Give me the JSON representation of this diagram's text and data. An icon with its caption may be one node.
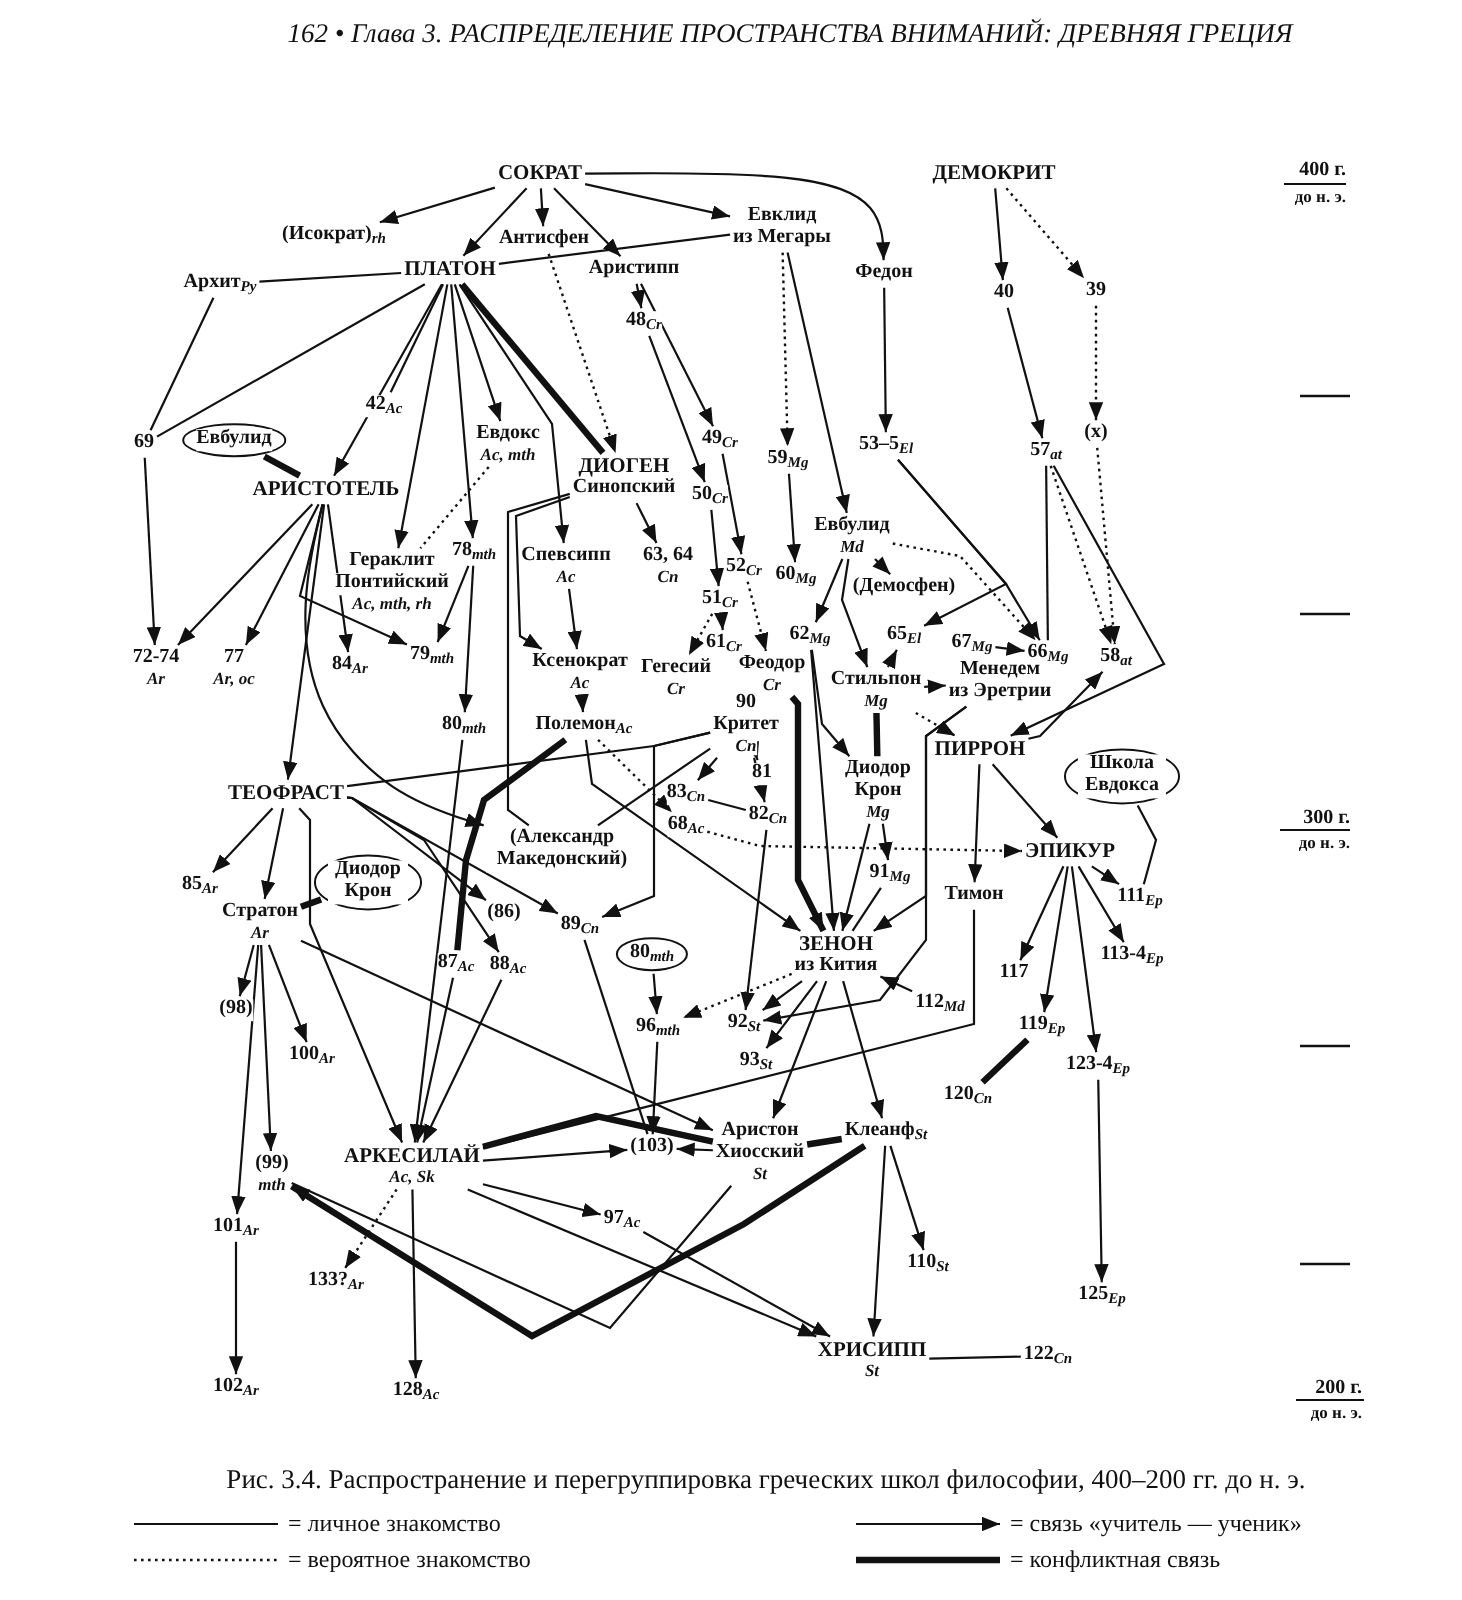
{
  "diagram": {
    "caption": "Рис. 3.4. Распространение и перегруппировка греческих школ философии, 400–200 гг. до н. э.",
    "nodes": [
      {
        "text": [
          "СОКРАТ"
        ]
      },
      {
        "text": [
          "ДЕМОКРИТ"
        ]
      },
      {
        "text": [
          "(Исократ)$_{rh}$"
        ]
      },
      {
        "text": [
          "Антисфен"
        ]
      },
      {
        "text": [
          "Евклид",
          "из Мегары"
        ]
      },
      {
        "text": [
          "Федон"
        ]
      },
      {
        "text": [
          "ПЛАТОН"
        ]
      },
      {
        "text": [
          "Аристипп"
        ]
      },
      {
        "text": [
          "Архит$_{Py}$"
        ]
      },
      {
        "text": [
          "40"
        ]
      },
      {
        "text": [
          "39"
        ]
      },
      {
        "text": [
          "48$_{Cr}$"
        ]
      },
      {
        "text": [
          "42$_{Ac}$"
        ]
      },
      {
        "text": [
          "(x)"
        ]
      },
      {
        "text": [
          "69"
        ]
      },
      {
        "text": [
          "Евбулид"
        ]
      },
      {
        "text": [
          "Евдокс",
          "Ac, mth"
        ]
      },
      {
        "text": [
          "49$_{Cr}$"
        ]
      },
      {
        "text": [
          "59$_{Mg}$"
        ]
      },
      {
        "text": [
          "53–5$_{El}$"
        ]
      },
      {
        "text": [
          "57$_{at}$"
        ]
      },
      {
        "text": [
          "ДИОГЕН",
          "Синопский"
        ]
      },
      {
        "text": [
          "АРИСТОТЕЛЬ"
        ]
      },
      {
        "text": [
          "50$_{Cr}$"
        ]
      },
      {
        "text": [
          "Евбулид",
          "Md"
        ]
      },
      {
        "text": [
          "78$_{mth}$"
        ]
      },
      {
        "text": [
          "Гераклит",
          "Понтийский",
          "Ac, mth, rh"
        ]
      },
      {
        "text": [
          "Спевсипп",
          "Ac"
        ]
      },
      {
        "text": [
          "63, 64",
          "Cn"
        ]
      },
      {
        "text": [
          "52$_{Cr}$"
        ]
      },
      {
        "text": [
          "60$_{Mg}$"
        ]
      },
      {
        "text": [
          "51$_{Cr}$"
        ]
      },
      {
        "text": [
          "(Демосфен)"
        ]
      },
      {
        "text": [
          "72-74",
          "Ar"
        ]
      },
      {
        "text": [
          "77",
          "Ar, oc"
        ]
      },
      {
        "text": [
          "84$_{Ar}$"
        ]
      },
      {
        "text": [
          "79$_{mth}$"
        ]
      },
      {
        "text": [
          "61$_{Cr}$"
        ]
      },
      {
        "text": [
          "62$_{Mg}$"
        ]
      },
      {
        "text": [
          "65$_{El}$"
        ]
      },
      {
        "text": [
          "67$_{Mg}$"
        ]
      },
      {
        "text": [
          "66$_{Mg}$"
        ]
      },
      {
        "text": [
          "58$_{at}$"
        ]
      },
      {
        "text": [
          "Ксенократ",
          "Ac"
        ]
      },
      {
        "text": [
          "80$_{mth}$"
        ]
      },
      {
        "text": [
          "Гегесий",
          "Cr"
        ]
      },
      {
        "text": [
          "Феодор",
          "Cr"
        ]
      },
      {
        "text": [
          "Стильпон",
          "Mg"
        ]
      },
      {
        "text": [
          "Менедем",
          "из Эретрии"
        ]
      },
      {
        "text": [
          "90",
          "Критет",
          "Cn"
        ]
      },
      {
        "text": [
          "Полемон$_{Ac}$"
        ]
      },
      {
        "text": [
          "ПИРРОН"
        ]
      },
      {
        "text": [
          "Школа Евдокса"
        ]
      },
      {
        "text": [
          "81"
        ]
      },
      {
        "text": [
          "ТЕОФРАСТ"
        ]
      },
      {
        "text": [
          "Диодор Крон",
          "Mg"
        ]
      },
      {
        "text": [
          "83$_{Cn}$"
        ]
      },
      {
        "text": [
          "(Александр Македонский)"
        ]
      },
      {
        "text": [
          "82$_{Cn}$"
        ]
      },
      {
        "text": [
          "68$_{Ac}$"
        ]
      },
      {
        "text": [
          "85$_{Ar}$"
        ]
      },
      {
        "text": [
          "ЭПИКУР"
        ]
      },
      {
        "text": [
          "Диодор Крон"
        ]
      },
      {
        "text": [
          "91$_{Mg}$"
        ]
      },
      {
        "text": [
          "Стратон",
          "Ar"
        ]
      },
      {
        "text": [
          "(86)"
        ]
      },
      {
        "text": [
          "89$_{Cn}$"
        ]
      },
      {
        "text": [
          "111$_{Ep}$"
        ]
      },
      {
        "text": [
          "Тимон"
        ]
      },
      {
        "text": [
          "ЗЕНОН",
          "из Кития"
        ]
      },
      {
        "text": [
          "80$_{mth}$"
        ]
      },
      {
        "text": [
          "87$_{Ac}$"
        ]
      },
      {
        "text": [
          "88$_{Ac}$"
        ]
      },
      {
        "text": [
          "113-4$_{Ep}$"
        ]
      },
      {
        "text": [
          "(98)"
        ]
      },
      {
        "text": [
          "112$_{Md}$"
        ]
      },
      {
        "text": [
          "117"
        ]
      },
      {
        "text": [
          "100$_{Ar}$"
        ]
      },
      {
        "text": [
          "96$_{mth}$"
        ]
      },
      {
        "text": [
          "92$_{St}$"
        ]
      },
      {
        "text": [
          "119$_{Ep}$"
        ]
      },
      {
        "text": [
          "93$_{St}$"
        ]
      },
      {
        "text": [
          "123-4$_{Ep}$"
        ]
      },
      {
        "text": [
          "120$_{Cn}$"
        ]
      },
      {
        "text": [
          "Аристон",
          "Хиосский",
          "St"
        ]
      },
      {
        "text": [
          "Клеанф$_{St}$"
        ]
      },
      {
        "text": [
          "(103)"
        ]
      },
      {
        "text": [
          "(99)",
          "mth"
        ]
      },
      {
        "text": [
          "АРКЕСИЛАЙ",
          "Ac, Sk"
        ]
      },
      {
        "text": [
          "97$_{Ac}$"
        ]
      },
      {
        "text": [
          "101$_{Ar}$"
        ]
      },
      {
        "text": [
          "110$_{St}$"
        ]
      },
      {
        "text": [
          "133?$_{Ar}$"
        ]
      },
      {
        "text": [
          "125$_{Ep}$"
        ]
      },
      {
        "text": [
          "ХРИСИПП",
          "St"
        ]
      },
      {
        "text": [
          "122$_{Cn}$"
        ]
      },
      {
        "text": [
          "102$_{Ar}$"
        ]
      },
      {
        "text": [
          "128$_{Ac}$"
        ]
      }
    ],
    "edges": [
      {
        "from": 0,
        "to": 2,
        "arrow": "to"
      },
      {
        "from": 0,
        "to": 6,
        "arrow": "to"
      },
      {
        "from": 0,
        "to": 3,
        "arrow": "to"
      },
      {
        "from": 0,
        "to": 7,
        "arrow": "to"
      },
      {
        "from": 0,
        "to": 4,
        "arrow": "to"
      },
      {
        "from": 0,
        "to": 5,
        "arrow": "to"
      },
      {
        "from": 6,
        "to": 4,
        "arrow": "none"
      },
      {
        "from": 8,
        "to": 6,
        "arrow": "none"
      },
      {
        "from": 8,
        "to": 14,
        "arrow": "none"
      },
      {
        "from": 6,
        "to": 14,
        "arrow": "none"
      },
      {
        "from": 14,
        "to": 33,
        "arrow": "to"
      },
      {
        "from": 6,
        "to": 22,
        "arrow": "to"
      },
      {
        "from": 6,
        "to": 12,
        "arrow": "none"
      },
      {
        "from": 6,
        "to": 16,
        "arrow": "to"
      },
      {
        "from": 16,
        "to": 26,
        "arrow": "none",
        "style": "dashed"
      },
      {
        "from": 6,
        "to": 26,
        "arrow": "to"
      },
      {
        "from": 6,
        "to": 25,
        "arrow": "to"
      },
      {
        "from": 6,
        "to": 27,
        "arrow": "to"
      },
      {
        "from": 6,
        "to": 21,
        "arrow": "none",
        "style": "thick"
      },
      {
        "from": 3,
        "to": 21,
        "arrow": "to",
        "style": "dashed"
      },
      {
        "from": 7,
        "to": 11,
        "arrow": "to"
      },
      {
        "from": 7,
        "to": 17,
        "arrow": "to"
      },
      {
        "from": 11,
        "to": 23,
        "arrow": "to"
      },
      {
        "from": 17,
        "to": 29,
        "arrow": "to"
      },
      {
        "from": 21,
        "to": 28,
        "arrow": "to"
      },
      {
        "from": 23,
        "to": 31,
        "arrow": "to"
      },
      {
        "from": 31,
        "to": 45,
        "arrow": "to",
        "style": "dashed"
      },
      {
        "from": 31,
        "to": 37,
        "arrow": "to"
      },
      {
        "from": 29,
        "to": 46,
        "arrow": "to",
        "style": "dashed"
      },
      {
        "from": 1,
        "to": 9,
        "arrow": "to"
      },
      {
        "from": 1,
        "to": 10,
        "arrow": "to",
        "style": "dashed"
      },
      {
        "from": 10,
        "to": 13,
        "arrow": "to",
        "style": "dashed"
      },
      {
        "from": 5,
        "to": 19,
        "arrow": "to"
      },
      {
        "from": 9,
        "to": 20,
        "arrow": "to"
      },
      {
        "from": 4,
        "to": 18,
        "arrow": "to",
        "style": "dashed"
      },
      {
        "from": 4,
        "to": 24,
        "arrow": "to"
      },
      {
        "from": 18,
        "to": 30,
        "arrow": "to"
      },
      {
        "from": 24,
        "to": 38,
        "arrow": "to"
      },
      {
        "from": 24,
        "to": 32,
        "arrow": "to"
      },
      {
        "from": 24,
        "to": 47,
        "arrow": "to"
      },
      {
        "from": 24,
        "to": 41,
        "arrow": "to",
        "style": "dashed"
      },
      {
        "from": 19,
        "to": 39,
        "arrow": "to"
      },
      {
        "from": 19,
        "to": 41,
        "arrow": "to"
      },
      {
        "from": 40,
        "to": 41,
        "arrow": "to"
      },
      {
        "from": 20,
        "to": 41,
        "arrow": "none"
      },
      {
        "from": 20,
        "to": 42,
        "arrow": "to",
        "style": "dashed"
      },
      {
        "from": 13,
        "to": 42,
        "arrow": "to",
        "style": "dashed"
      },
      {
        "from": 20,
        "to": 51,
        "arrow": "to"
      },
      {
        "from": 51,
        "to": 42,
        "arrow": "to"
      },
      {
        "from": 15,
        "to": 22,
        "arrow": "none",
        "style": "thick"
      },
      {
        "from": 22,
        "to": 33,
        "arrow": "to"
      },
      {
        "from": 22,
        "to": 34,
        "arrow": "to"
      },
      {
        "from": 22,
        "to": 35,
        "arrow": "to"
      },
      {
        "from": 22,
        "to": 36,
        "arrow": "to"
      },
      {
        "from": 22,
        "to": 54,
        "arrow": "to"
      },
      {
        "from": 22,
        "to": 57,
        "arrow": "to"
      },
      {
        "from": 25,
        "to": 36,
        "arrow": "to"
      },
      {
        "from": 25,
        "to": 44,
        "arrow": "to"
      },
      {
        "from": 27,
        "to": 43,
        "arrow": "to"
      },
      {
        "from": 21,
        "to": 43,
        "arrow": "to"
      },
      {
        "from": 21,
        "to": 57,
        "arrow": "none"
      },
      {
        "from": 43,
        "to": 50,
        "arrow": "to"
      },
      {
        "from": 50,
        "to": 59,
        "arrow": "to",
        "style": "dashed"
      },
      {
        "from": 59,
        "to": 61,
        "arrow": "to",
        "style": "dashed"
      },
      {
        "from": 50,
        "to": 69,
        "arrow": "to"
      },
      {
        "from": 50,
        "to": 71,
        "arrow": "none",
        "style": "thick"
      },
      {
        "from": 49,
        "to": 54,
        "arrow": "none"
      },
      {
        "from": 49,
        "to": 57,
        "arrow": "none"
      },
      {
        "from": 49,
        "to": 56,
        "arrow": "to"
      },
      {
        "from": 49,
        "to": 53,
        "arrow": "to"
      },
      {
        "from": 49,
        "to": 58,
        "arrow": "to"
      },
      {
        "from": 49,
        "to": 66,
        "arrow": "to"
      },
      {
        "from": 56,
        "to": 58,
        "arrow": "none"
      },
      {
        "from": 46,
        "to": 69,
        "arrow": "to",
        "style": "thick"
      },
      {
        "from": 38,
        "to": 69,
        "arrow": "to"
      },
      {
        "from": 38,
        "to": 55,
        "arrow": "to"
      },
      {
        "from": 55,
        "to": 69,
        "arrow": "to"
      },
      {
        "from": 47,
        "to": 55,
        "arrow": "none",
        "style": "thick"
      },
      {
        "from": 47,
        "to": 48,
        "arrow": "to"
      },
      {
        "from": 47,
        "to": 39,
        "arrow": "to"
      },
      {
        "from": 47,
        "to": 51,
        "arrow": "to",
        "style": "dashed"
      },
      {
        "from": 48,
        "to": 69,
        "arrow": "to"
      },
      {
        "from": 48,
        "to": 79,
        "arrow": "to"
      },
      {
        "from": 55,
        "to": 63,
        "arrow": "to"
      },
      {
        "from": 63,
        "to": 69,
        "arrow": "none"
      },
      {
        "from": 51,
        "to": 68,
        "arrow": "to"
      },
      {
        "from": 51,
        "to": 61,
        "arrow": "to"
      },
      {
        "from": 52,
        "to": 67,
        "arrow": "none"
      },
      {
        "from": 61,
        "to": 67,
        "arrow": "to"
      },
      {
        "from": 61,
        "to": 76,
        "arrow": "to"
      },
      {
        "from": 61,
        "to": 80,
        "arrow": "to"
      },
      {
        "from": 61,
        "to": 82,
        "arrow": "to"
      },
      {
        "from": 61,
        "to": 73,
        "arrow": "to"
      },
      {
        "from": 75,
        "to": 69,
        "arrow": "to"
      },
      {
        "from": 68,
        "to": 88,
        "arrow": "none"
      },
      {
        "from": 80,
        "to": 83,
        "arrow": "none",
        "style": "thick"
      },
      {
        "from": 82,
        "to": 93,
        "arrow": "to"
      },
      {
        "from": 70,
        "to": 78,
        "arrow": "to"
      },
      {
        "from": 69,
        "to": 78,
        "arrow": "to",
        "style": "dashed"
      },
      {
        "from": 69,
        "to": 79,
        "arrow": "to"
      },
      {
        "from": 69,
        "to": 81,
        "arrow": "to"
      },
      {
        "from": 58,
        "to": 79,
        "arrow": "to"
      },
      {
        "from": 69,
        "to": 85,
        "arrow": "to"
      },
      {
        "from": 69,
        "to": 84,
        "arrow": "to"
      },
      {
        "from": 54,
        "to": 60,
        "arrow": "to"
      },
      {
        "from": 54,
        "to": 64,
        "arrow": "to"
      },
      {
        "from": 54,
        "to": 65,
        "arrow": "to"
      },
      {
        "from": 54,
        "to": 72,
        "arrow": "to"
      },
      {
        "from": 54,
        "to": 66,
        "arrow": "to"
      },
      {
        "from": 54,
        "to": 88,
        "arrow": "to"
      },
      {
        "from": 62,
        "to": 64,
        "arrow": "none",
        "style": "thick"
      },
      {
        "from": 64,
        "to": 74,
        "arrow": "to"
      },
      {
        "from": 64,
        "to": 77,
        "arrow": "to"
      },
      {
        "from": 64,
        "to": 90,
        "arrow": "to"
      },
      {
        "from": 64,
        "to": 87,
        "arrow": "to"
      },
      {
        "from": 64,
        "to": 84,
        "arrow": "to"
      },
      {
        "from": 44,
        "to": 88,
        "arrow": "to"
      },
      {
        "from": 71,
        "to": 88,
        "arrow": "to"
      },
      {
        "from": 72,
        "to": 88,
        "arrow": "to"
      },
      {
        "from": 66,
        "to": 86,
        "arrow": "none"
      },
      {
        "from": 78,
        "to": 86,
        "arrow": "to"
      },
      {
        "from": 88,
        "to": 86,
        "arrow": "to"
      },
      {
        "from": 88,
        "to": 84,
        "arrow": "none",
        "style": "thick"
      },
      {
        "from": 84,
        "to": 86,
        "arrow": "to"
      },
      {
        "from": 84,
        "to": 85,
        "arrow": "none",
        "style": "thick"
      },
      {
        "from": 85,
        "to": 94,
        "arrow": "to"
      },
      {
        "from": 85,
        "to": 91,
        "arrow": "to"
      },
      {
        "from": 85,
        "to": 87,
        "arrow": "to",
        "style": "thick"
      },
      {
        "from": 84,
        "to": 87,
        "arrow": "none"
      },
      {
        "from": 88,
        "to": 94,
        "arrow": "to"
      },
      {
        "from": 88,
        "to": 89,
        "arrow": "to"
      },
      {
        "from": 89,
        "to": 94,
        "arrow": "to"
      },
      {
        "from": 88,
        "to": 97,
        "arrow": "to"
      },
      {
        "from": 88,
        "to": 92,
        "arrow": "to",
        "style": "dashed"
      },
      {
        "from": 90,
        "to": 96,
        "arrow": "to"
      },
      {
        "from": 94,
        "to": 95,
        "arrow": "none"
      }
    ],
    "labels": [
      "162 • Глава 3. РАСПРЕДЕЛЕНИЕ ПРОСТРАНСТВА ВНИМАНИЙ: ДРЕВНЯЯ ГРЕЦИЯ",
      "400 г.",
      "до н. э.",
      "300 г.",
      "до н. э.",
      "200 г.",
      "до н. э."
    ],
    "legend": [
      {
        "text": "= личное знакомство"
      },
      {
        "text": "= связь «учитель — ученик»"
      },
      {
        "text": "= вероятное знакомство"
      },
      {
        "text": "= конфликтная связь"
      }
    ]
  }
}
